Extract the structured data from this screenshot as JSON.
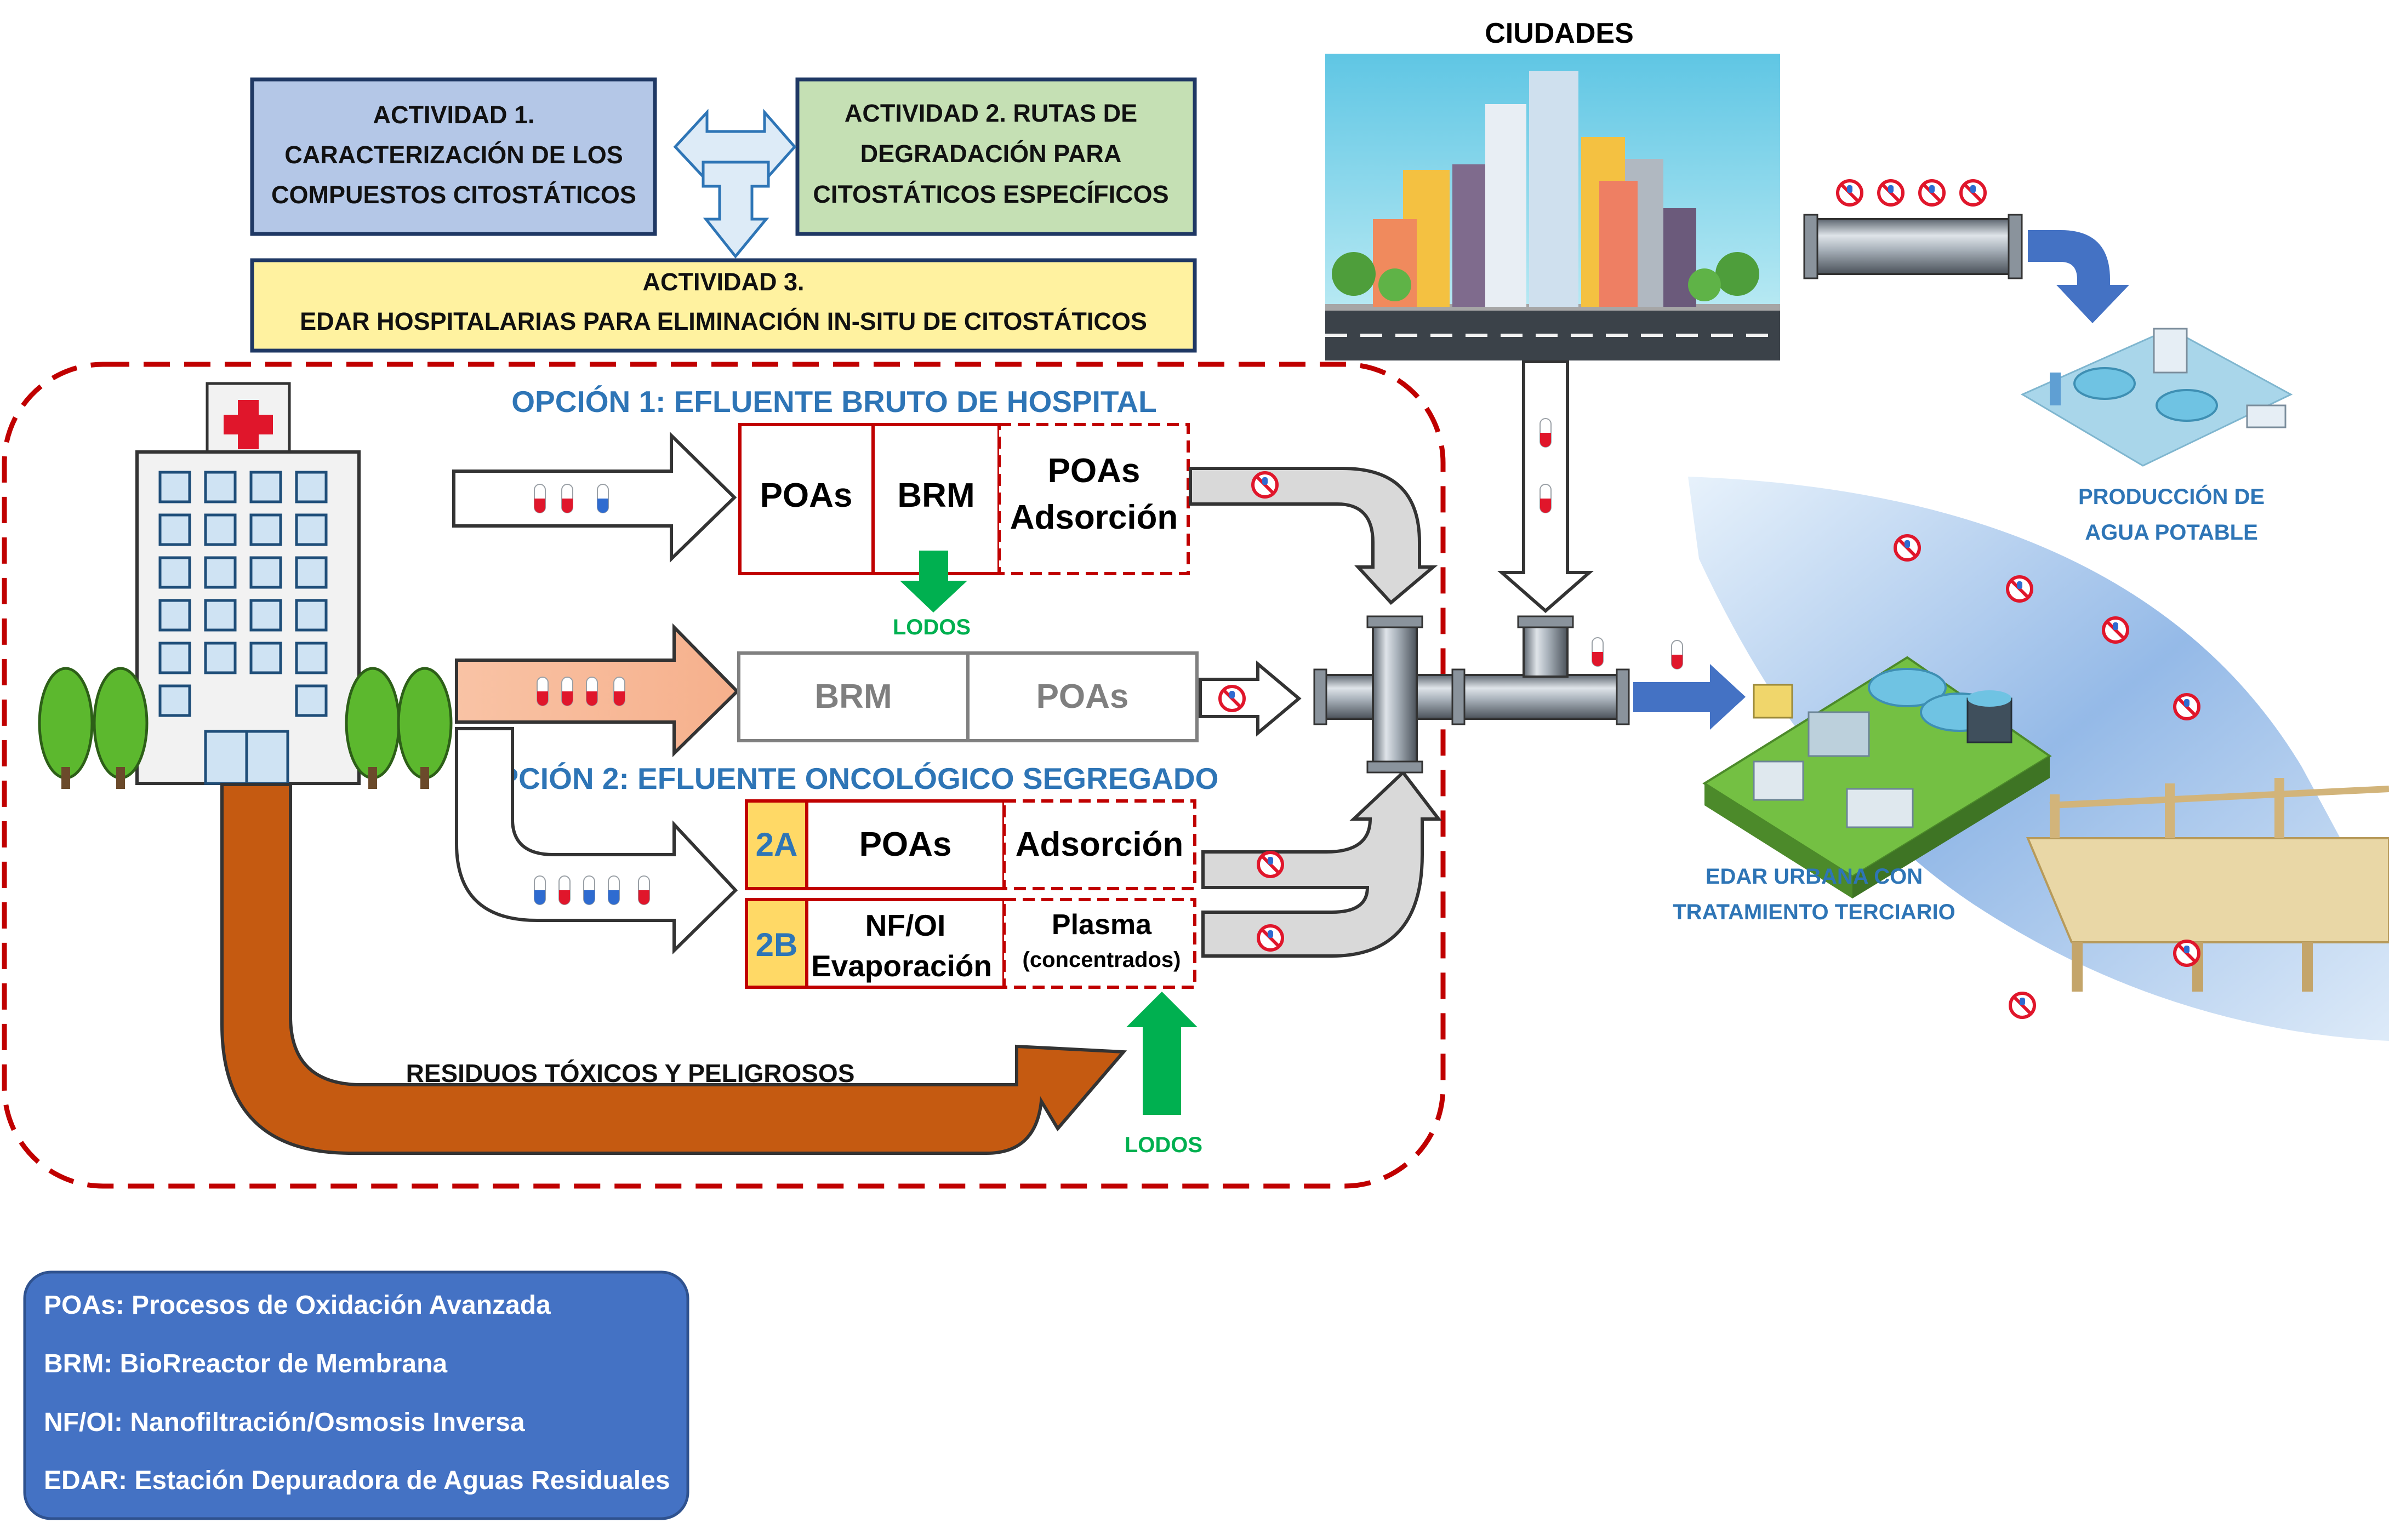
{
  "activities": {
    "a1": {
      "line1": "ACTIVIDAD 1.",
      "line2": "CARACTERIZACIÓN DE LOS",
      "line3": "COMPUESTOS CITOSTÁTICOS"
    },
    "a2": {
      "line1": "ACTIVIDAD 2. RUTAS DE",
      "line2": "DEGRADACIÓN PARA",
      "line3": "CITOSTÁTICOS ESPECÍFICOS"
    },
    "a3": {
      "line1": "ACTIVIDAD 3.",
      "line2": "EDAR HOSPITALARIAS PARA ELIMINACIÓN IN-SITU DE CITOSTÁTICOS"
    }
  },
  "option1": {
    "title": "OPCIÓN 1: EFLUENTE BRUTO DE HOSPITAL",
    "row1": {
      "poas": "POAs",
      "brm": "BRM",
      "poas2": "POAs",
      "adsorcion": "Adsorción"
    },
    "lodos": "LODOS",
    "row2": {
      "brm": "BRM",
      "poas": "POAs"
    }
  },
  "option2": {
    "title": "OPCIÓN 2: EFLUENTE ONCOLÓGICO SEGREGADO",
    "row2a": {
      "tag": "2A",
      "poas": "POAs",
      "adsorcion": "Adsorción"
    },
    "row2b": {
      "tag": "2B",
      "nfoi": "NF/OI",
      "evaporacion": "Evaporación",
      "plasma": "Plasma",
      "concentrados": "(concentrados)"
    },
    "residuos": "RESIDUOS TÓXICOS Y PELIGROSOS",
    "lodos": "LODOS"
  },
  "right": {
    "ciudades": "CIUDADES",
    "produccion_line1": "PRODUCCIÓN DE",
    "produccion_line2": "AGUA POTABLE",
    "edar_line1": "EDAR URBANA CON",
    "edar_line2": "TRATAMIENTO TERCIARIO"
  },
  "legend": {
    "items": [
      "POAs: Procesos de Oxidación Avanzada",
      "BRM: BioRreactor de Membrana",
      "NF/OI: Nanofiltración/Osmosis Inversa",
      "EDAR: Estación Depuradora de Aguas Residuales"
    ]
  },
  "colors": {
    "activity1": "#b4c7e7",
    "activity2": "#c5e0b4",
    "activity3": "#fff2a0",
    "box_border_navy": "#1f3864",
    "option_title": "#2e75b6",
    "dashed_red": "#c00000",
    "green": "#00b050",
    "brown_arrow": "#c55a11",
    "legend_bg": "#4472c4",
    "tag_yellow": "#ffd966"
  }
}
